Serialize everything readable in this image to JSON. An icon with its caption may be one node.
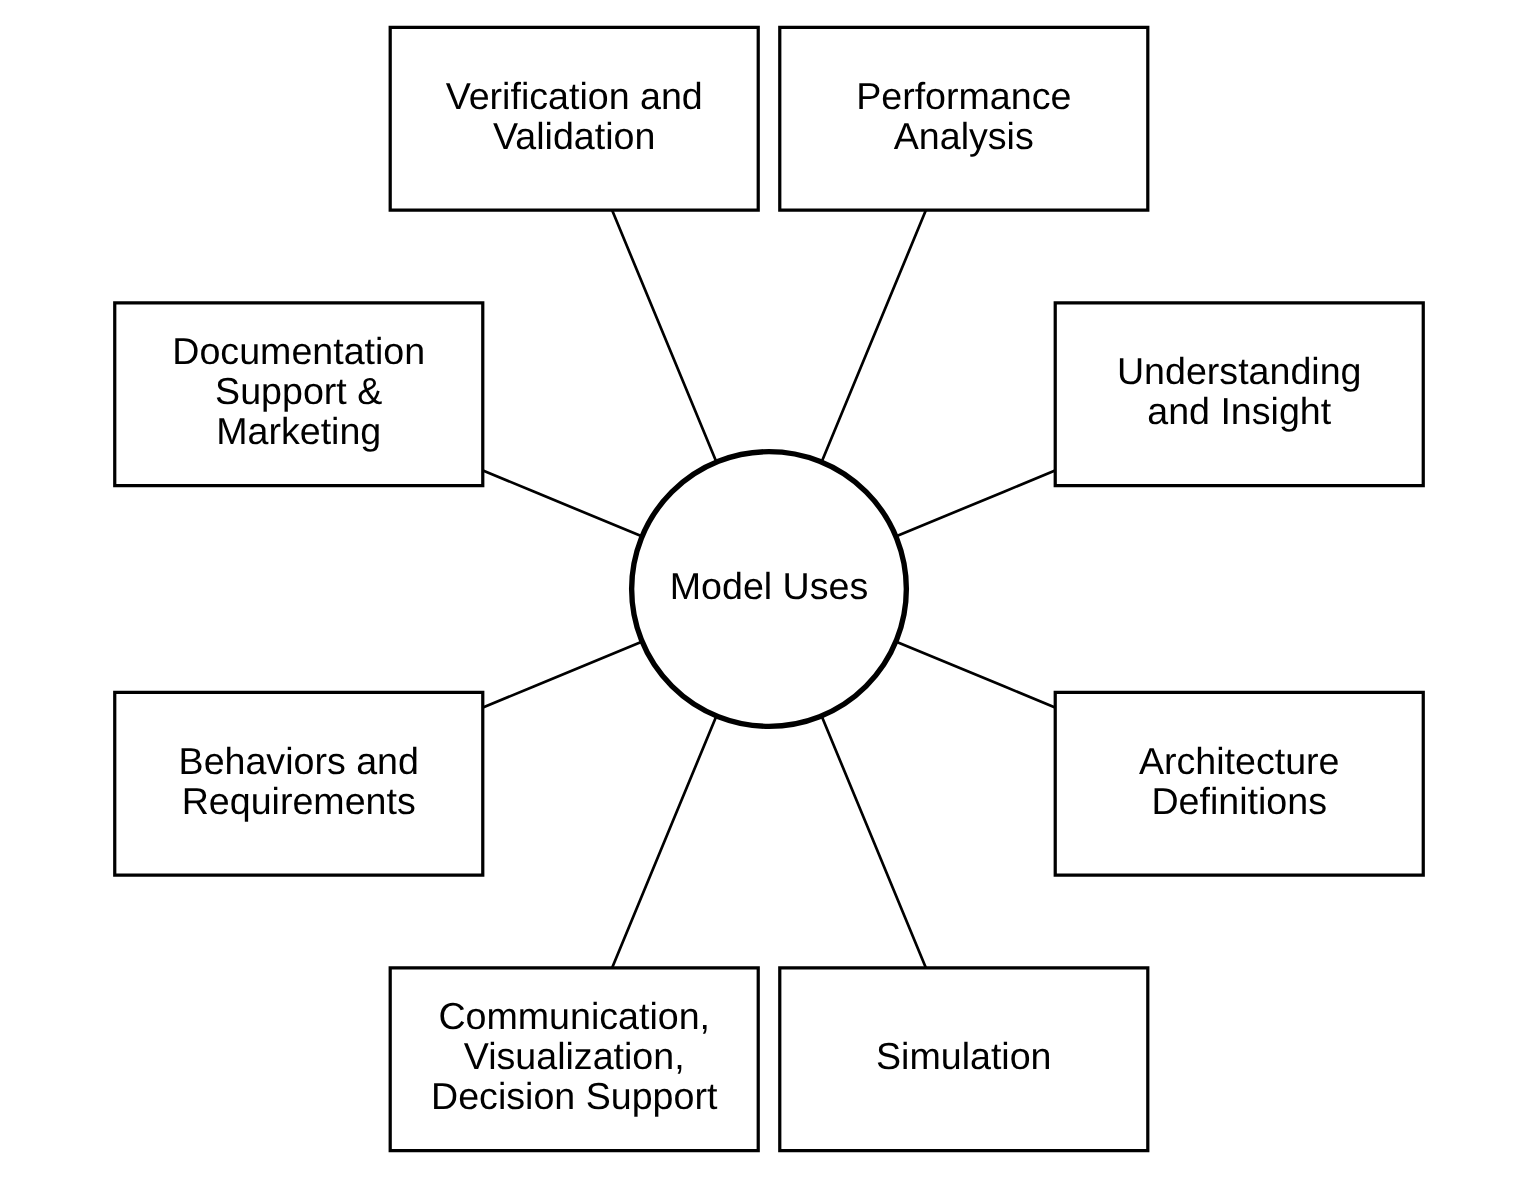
{
  "diagram": {
    "nodes": [
      {
        "text": [
          "Understanding and Insight"
        ]
      },
      {
        "text": [
          "Performance Analysis"
        ]
      },
      {
        "text": [
          "Verification and Validation"
        ]
      },
      {
        "text": [
          "Documentation Support & Marketing"
        ]
      },
      {
        "text": [
          "Model Uses"
        ]
      },
      {
        "text": [
          "Behaviors and Requirements"
        ]
      },
      {
        "text": [
          "Communication, Visualization, Decision Support"
        ]
      },
      {
        "text": [
          "Simulation"
        ]
      },
      {
        "text": [
          "Architecture Definitions"
        ]
      }
    ],
    "edges": [
      {
        "from": 4,
        "to": 0,
        "arrow": "none"
      },
      {
        "from": 4,
        "to": 2,
        "arrow": "none"
      },
      {
        "from": 4,
        "to": 5,
        "arrow": "none"
      },
      {
        "from": 4,
        "to": 7,
        "arrow": "none"
      },
      {
        "from": 4,
        "to": 8,
        "arrow": "none"
      },
      {
        "from": 4,
        "to": 6,
        "arrow": "none"
      },
      {
        "from": 4,
        "to": 3,
        "arrow": "none"
      },
      {
        "from": 4,
        "to": 1,
        "arrow": "none"
      }
    ]
  }
}
